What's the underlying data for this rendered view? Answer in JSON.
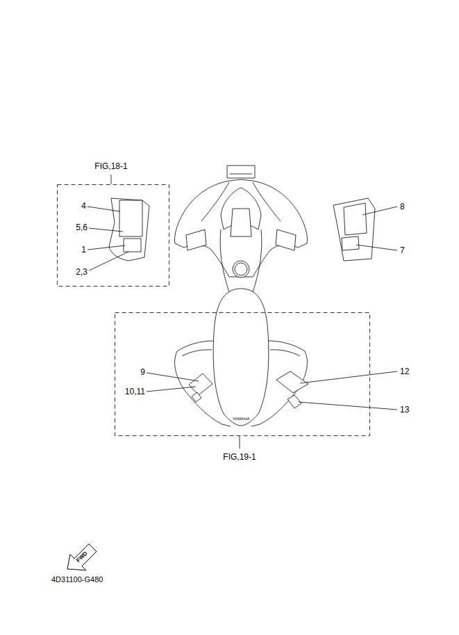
{
  "diagram": {
    "nodes": [
      {
        "text": [
          "FIG,18-1",
          "4",
          "5,6",
          "1",
          "2,3"
        ]
      },
      {
        "text": [
          "FIG,19-1",
          "9",
          "10,11"
        ]
      }
    ],
    "labels": [
      "8",
      "7",
      "12",
      "13",
      "YAMAHA",
      "FWD",
      "4D31100-G480"
    ]
  }
}
